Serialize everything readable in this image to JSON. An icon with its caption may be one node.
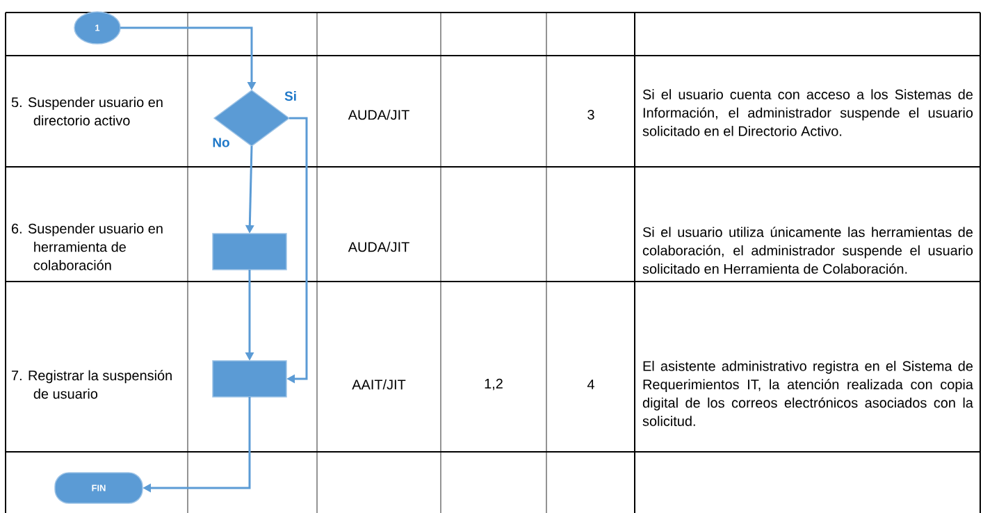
{
  "diagram": {
    "nodes": [
      {
        "text": [
          "1"
        ]
      },
      {
        "text": [],
        "shape": "diamond"
      },
      {
        "text": [],
        "shape": "box"
      },
      {
        "text": [],
        "shape": "box"
      },
      {
        "text": [
          "FIN"
        ]
      }
    ],
    "edges": [
      {
        "from": 0,
        "to": 1,
        "arrow": "to"
      },
      {
        "from": 1,
        "to": 2,
        "arrow": "to",
        "label": "No"
      },
      {
        "from": 1,
        "to": 3,
        "arrow": "to",
        "label": "Si"
      },
      {
        "from": 2,
        "to": 3,
        "arrow": "to"
      },
      {
        "from": 3,
        "to": 4,
        "arrow": "to"
      }
    ],
    "labels": [
      "5. Suspender usuario en directorio activo",
      "AUDA/JIT",
      "3",
      "Si el usuario cuenta con acceso a los Sistemas de Información, el administrador suspende el usuario solicitado en el Directorio Activo.",
      "6. Suspender usuario en herramienta de colaboración",
      "AUDA/JIT",
      "Si el usuario utiliza únicamente las herramientas de colaboración, el administrador suspende el usuario solicitado en Herramienta de Colaboración.",
      "7. Registrar la suspensión de usuario",
      "AAIT/JIT",
      "1,2",
      "4",
      "El asistente administrativo registra en el Sistema de Requerimientos IT, la atención realizada con copia digital de los correos electrónicos asociados con la solicitud."
    ]
  }
}
